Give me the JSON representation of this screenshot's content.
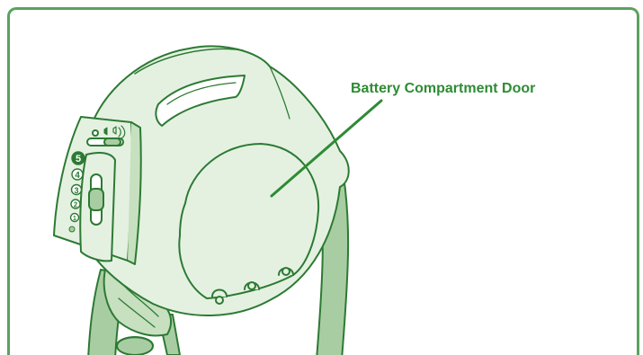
{
  "callout": {
    "label": "Battery Compartment Door"
  },
  "control_panel": {
    "speed_numbers": [
      "5",
      "4",
      "3",
      "2",
      "1"
    ]
  },
  "colors": {
    "outline": "#2c7a33",
    "body_fill": "#e4f1e1",
    "leg_fill": "#a9cda2",
    "frame_border": "#5aa25d",
    "label_text": "#2e8b34"
  },
  "icons": [
    "power-indicator-icon",
    "low-volume-icon",
    "high-volume-icon"
  ]
}
